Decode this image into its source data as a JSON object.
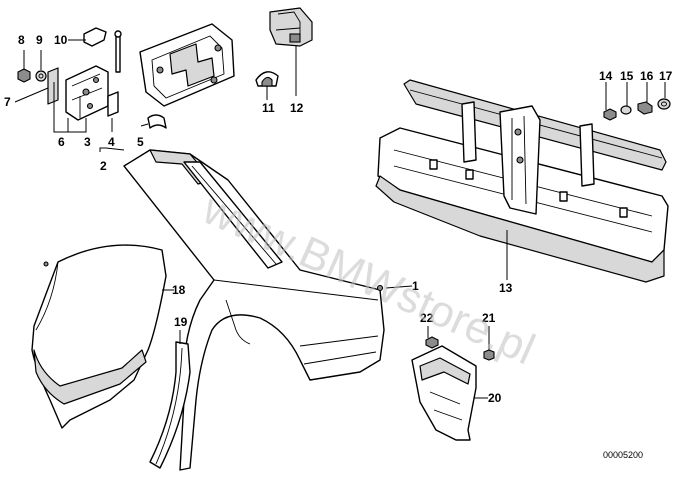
{
  "diagram": {
    "callouts": [
      "1",
      "2",
      "3",
      "4",
      "5",
      "6",
      "7",
      "8",
      "9",
      "10",
      "11",
      "12",
      "13",
      "14",
      "15",
      "16",
      "17",
      "18",
      "19",
      "20",
      "21",
      "22"
    ],
    "drawing_code": "00005200",
    "watermark": "www.BMWstore.pl"
  }
}
